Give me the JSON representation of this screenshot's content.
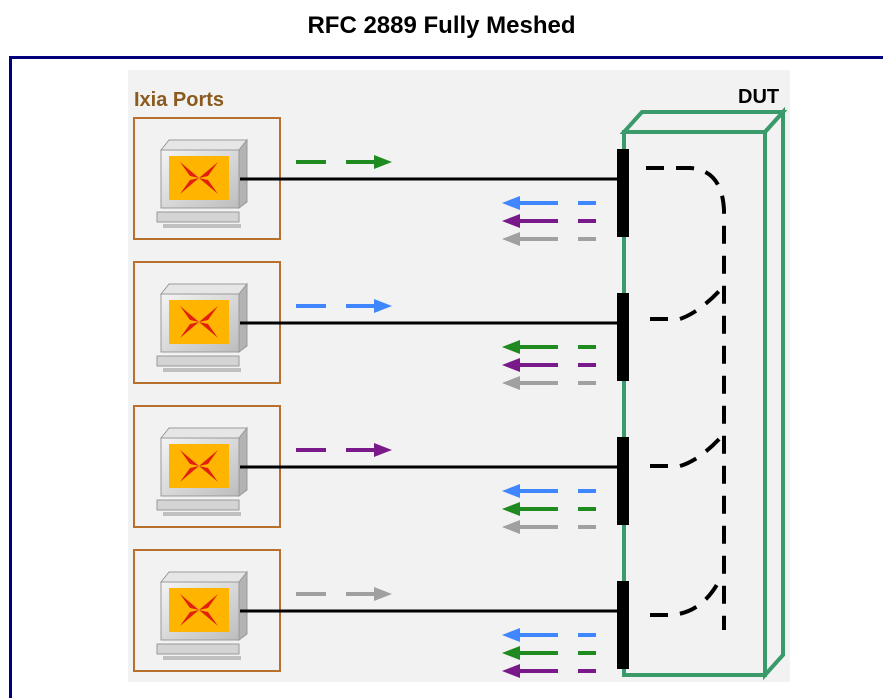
{
  "title": "RFC 2889 Fully Meshed",
  "labels": {
    "ports": "Ixia Ports",
    "dut": "DUT"
  },
  "colors": {
    "frame_border": "#00007a",
    "diagram_bg": "#f2f2f2",
    "port_border": "#b8702a",
    "dut_border": "#3b9a6a",
    "port_1": "#1f8a1f",
    "port_2": "#3f86ff",
    "port_3": "#7a1a8a",
    "port_4": "#a0a0a0"
  },
  "ports": [
    {
      "outbound": "port_1",
      "inbound": [
        "port_2",
        "port_3",
        "port_4"
      ]
    },
    {
      "outbound": "port_2",
      "inbound": [
        "port_1",
        "port_3",
        "port_4"
      ]
    },
    {
      "outbound": "port_3",
      "inbound": [
        "port_2",
        "port_1",
        "port_4"
      ]
    },
    {
      "outbound": "port_4",
      "inbound": [
        "port_2",
        "port_1",
        "port_3"
      ]
    }
  ]
}
